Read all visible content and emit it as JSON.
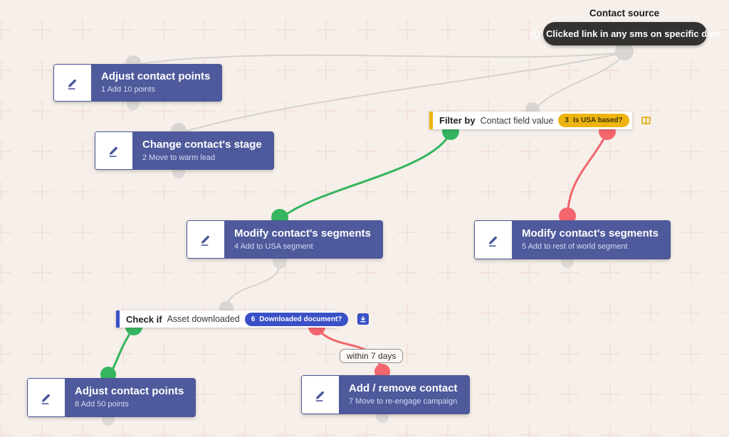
{
  "source": {
    "label": "Contact source",
    "pill": "Clicked link in any sms on specific date",
    "icon": "clock-icon",
    "pill_bg": "#333231"
  },
  "nodes": [
    {
      "title": "Adjust contact points",
      "subtitle": "1 Add 10 points"
    },
    {
      "title": "Change contact's stage",
      "subtitle": "2 Move to warm lead"
    },
    {
      "title": "Modify contact's segments",
      "subtitle": "4 Add to USA segment"
    },
    {
      "title": "Modify contact's segments",
      "subtitle": "5 Add to rest of world segment"
    },
    {
      "title": "Add / remove contact",
      "subtitle": "7 Move to re-engage campaign"
    },
    {
      "title": "Adjust contact points",
      "subtitle": "8 Add 50 points"
    }
  ],
  "filter": {
    "prefix": "Filter by",
    "field": "Contact field value",
    "badge_num": "3",
    "badge_text": "Is USA based?",
    "accent": "#eeb411",
    "icon": "split-decision-icon"
  },
  "check": {
    "prefix": "Check if",
    "field": "Asset downloaded",
    "badge_num": "6",
    "badge_text": "Downloaded document?",
    "accent": "#3950c6",
    "icon": "download-icon"
  },
  "edge_label": {
    "text": "within 7 days"
  },
  "colors": {
    "background": "#f6efea",
    "grid_cross": "#f4e0db",
    "node_bg": "#4f5a9c",
    "positive_path": "#35b55f",
    "negative_path": "#f4666e",
    "neutral_path": "#d6d2cf",
    "filter_accent": "#eeb411",
    "check_accent": "#3950c6",
    "source_pill_bg": "#333231"
  }
}
